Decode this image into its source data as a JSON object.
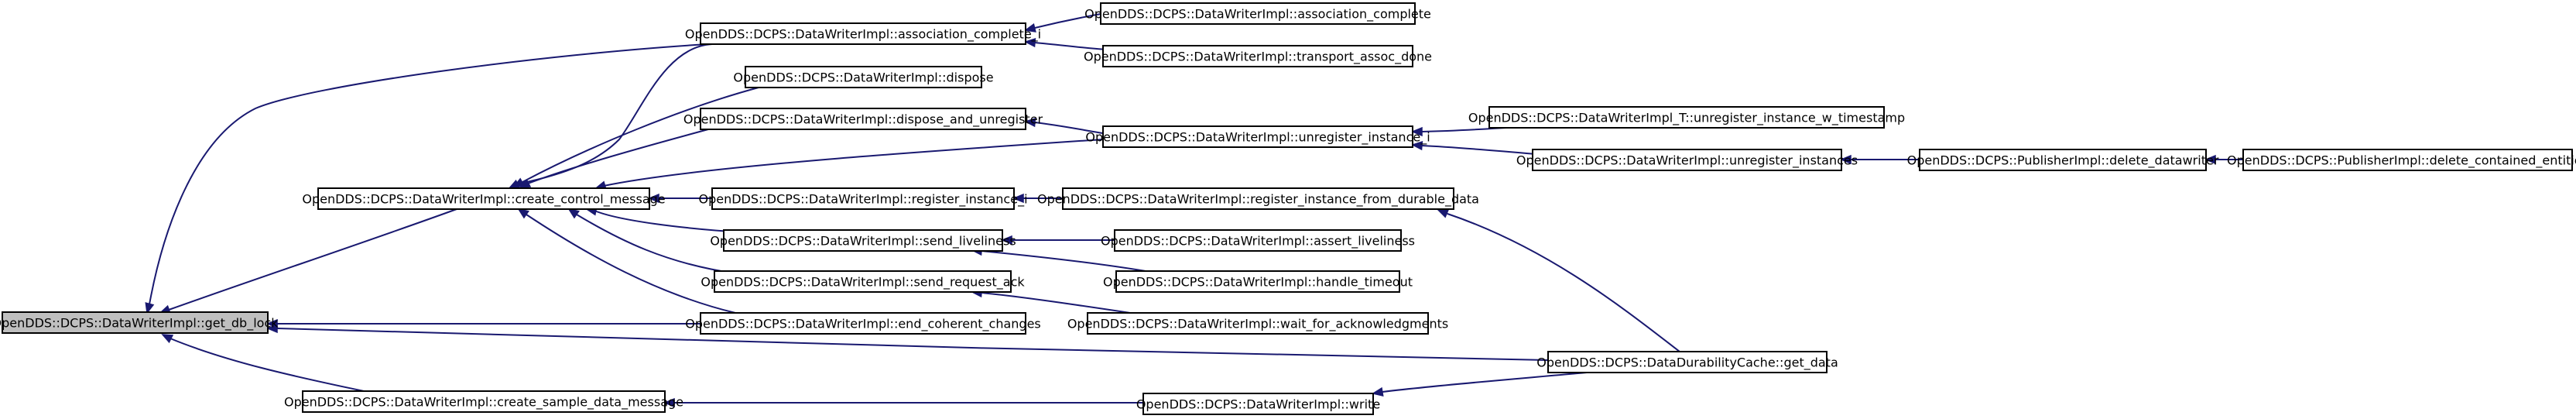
{
  "nodes": {
    "get_db_lock": "OpenDDS::DCPS::DataWriterImpl::get_db_lock",
    "create_control_message": "OpenDDS::DCPS::DataWriterImpl::create_control_message",
    "create_sample_data_message": "OpenDDS::DCPS::DataWriterImpl::create_sample_data_message",
    "association_complete_i": "OpenDDS::DCPS::DataWriterImpl::association_complete_i",
    "dispose": "OpenDDS::DCPS::DataWriterImpl::dispose",
    "dispose_and_unregister": "OpenDDS::DCPS::DataWriterImpl::dispose_and_unregister",
    "register_instance_i": "OpenDDS::DCPS::DataWriterImpl::register_instance_i",
    "send_liveliness": "OpenDDS::DCPS::DataWriterImpl::send_liveliness",
    "send_request_ack": "OpenDDS::DCPS::DataWriterImpl::send_request_ack",
    "end_coherent_changes": "OpenDDS::DCPS::DataWriterImpl::end_coherent_changes",
    "association_complete": "OpenDDS::DCPS::DataWriterImpl::association_complete",
    "transport_assoc_done": "OpenDDS::DCPS::DataWriterImpl::transport_assoc_done",
    "unregister_instance_i": "OpenDDS::DCPS::DataWriterImpl::unregister_instance_i",
    "register_instance_from_durable_data": "OpenDDS::DCPS::DataWriterImpl::register_instance_from_durable_data",
    "assert_liveliness": "OpenDDS::DCPS::DataWriterImpl::assert_liveliness",
    "handle_timeout": "OpenDDS::DCPS::DataWriterImpl::handle_timeout",
    "wait_for_acknowledgments": "OpenDDS::DCPS::DataWriterImpl::wait_for_acknowledgments",
    "write": "OpenDDS::DCPS::DataWriterImpl::write",
    "unregister_instance_w_timestamp": "OpenDDS::DCPS::DataWriterImpl_T::unregister_instance_w_timestamp",
    "unregister_instances": "OpenDDS::DCPS::DataWriterImpl::unregister_instances",
    "get_data": "OpenDDS::DCPS::DataDurabilityCache::get_data",
    "delete_datawriter": "OpenDDS::DCPS::PublisherImpl::delete_datawriter",
    "delete_contained_entities": "OpenDDS::DCPS::PublisherImpl::delete_contained_entities"
  },
  "edges": [
    [
      "create_control_message",
      "get_db_lock"
    ],
    [
      "create_sample_data_message",
      "get_db_lock"
    ],
    [
      "association_complete_i",
      "get_db_lock"
    ],
    [
      "end_coherent_changes",
      "get_db_lock"
    ],
    [
      "get_data",
      "get_db_lock"
    ],
    [
      "association_complete_i",
      "create_control_message"
    ],
    [
      "dispose",
      "create_control_message"
    ],
    [
      "dispose_and_unregister",
      "create_control_message"
    ],
    [
      "unregister_instance_i",
      "create_control_message"
    ],
    [
      "register_instance_i",
      "create_control_message"
    ],
    [
      "send_liveliness",
      "create_control_message"
    ],
    [
      "send_request_ack",
      "create_control_message"
    ],
    [
      "end_coherent_changes",
      "create_control_message"
    ],
    [
      "association_complete",
      "association_complete_i"
    ],
    [
      "transport_assoc_done",
      "association_complete_i"
    ],
    [
      "unregister_instance_i",
      "dispose_and_unregister"
    ],
    [
      "register_instance_from_durable_data",
      "register_instance_i"
    ],
    [
      "assert_liveliness",
      "send_liveliness"
    ],
    [
      "handle_timeout",
      "send_liveliness"
    ],
    [
      "wait_for_acknowledgments",
      "send_request_ack"
    ],
    [
      "write",
      "create_sample_data_message"
    ],
    [
      "unregister_instance_w_timestamp",
      "unregister_instance_i"
    ],
    [
      "unregister_instances",
      "unregister_instance_i"
    ],
    [
      "get_data",
      "register_instance_from_durable_data"
    ],
    [
      "get_data",
      "write"
    ],
    [
      "delete_datawriter",
      "unregister_instances"
    ],
    [
      "delete_contained_entities",
      "delete_datawriter"
    ]
  ]
}
